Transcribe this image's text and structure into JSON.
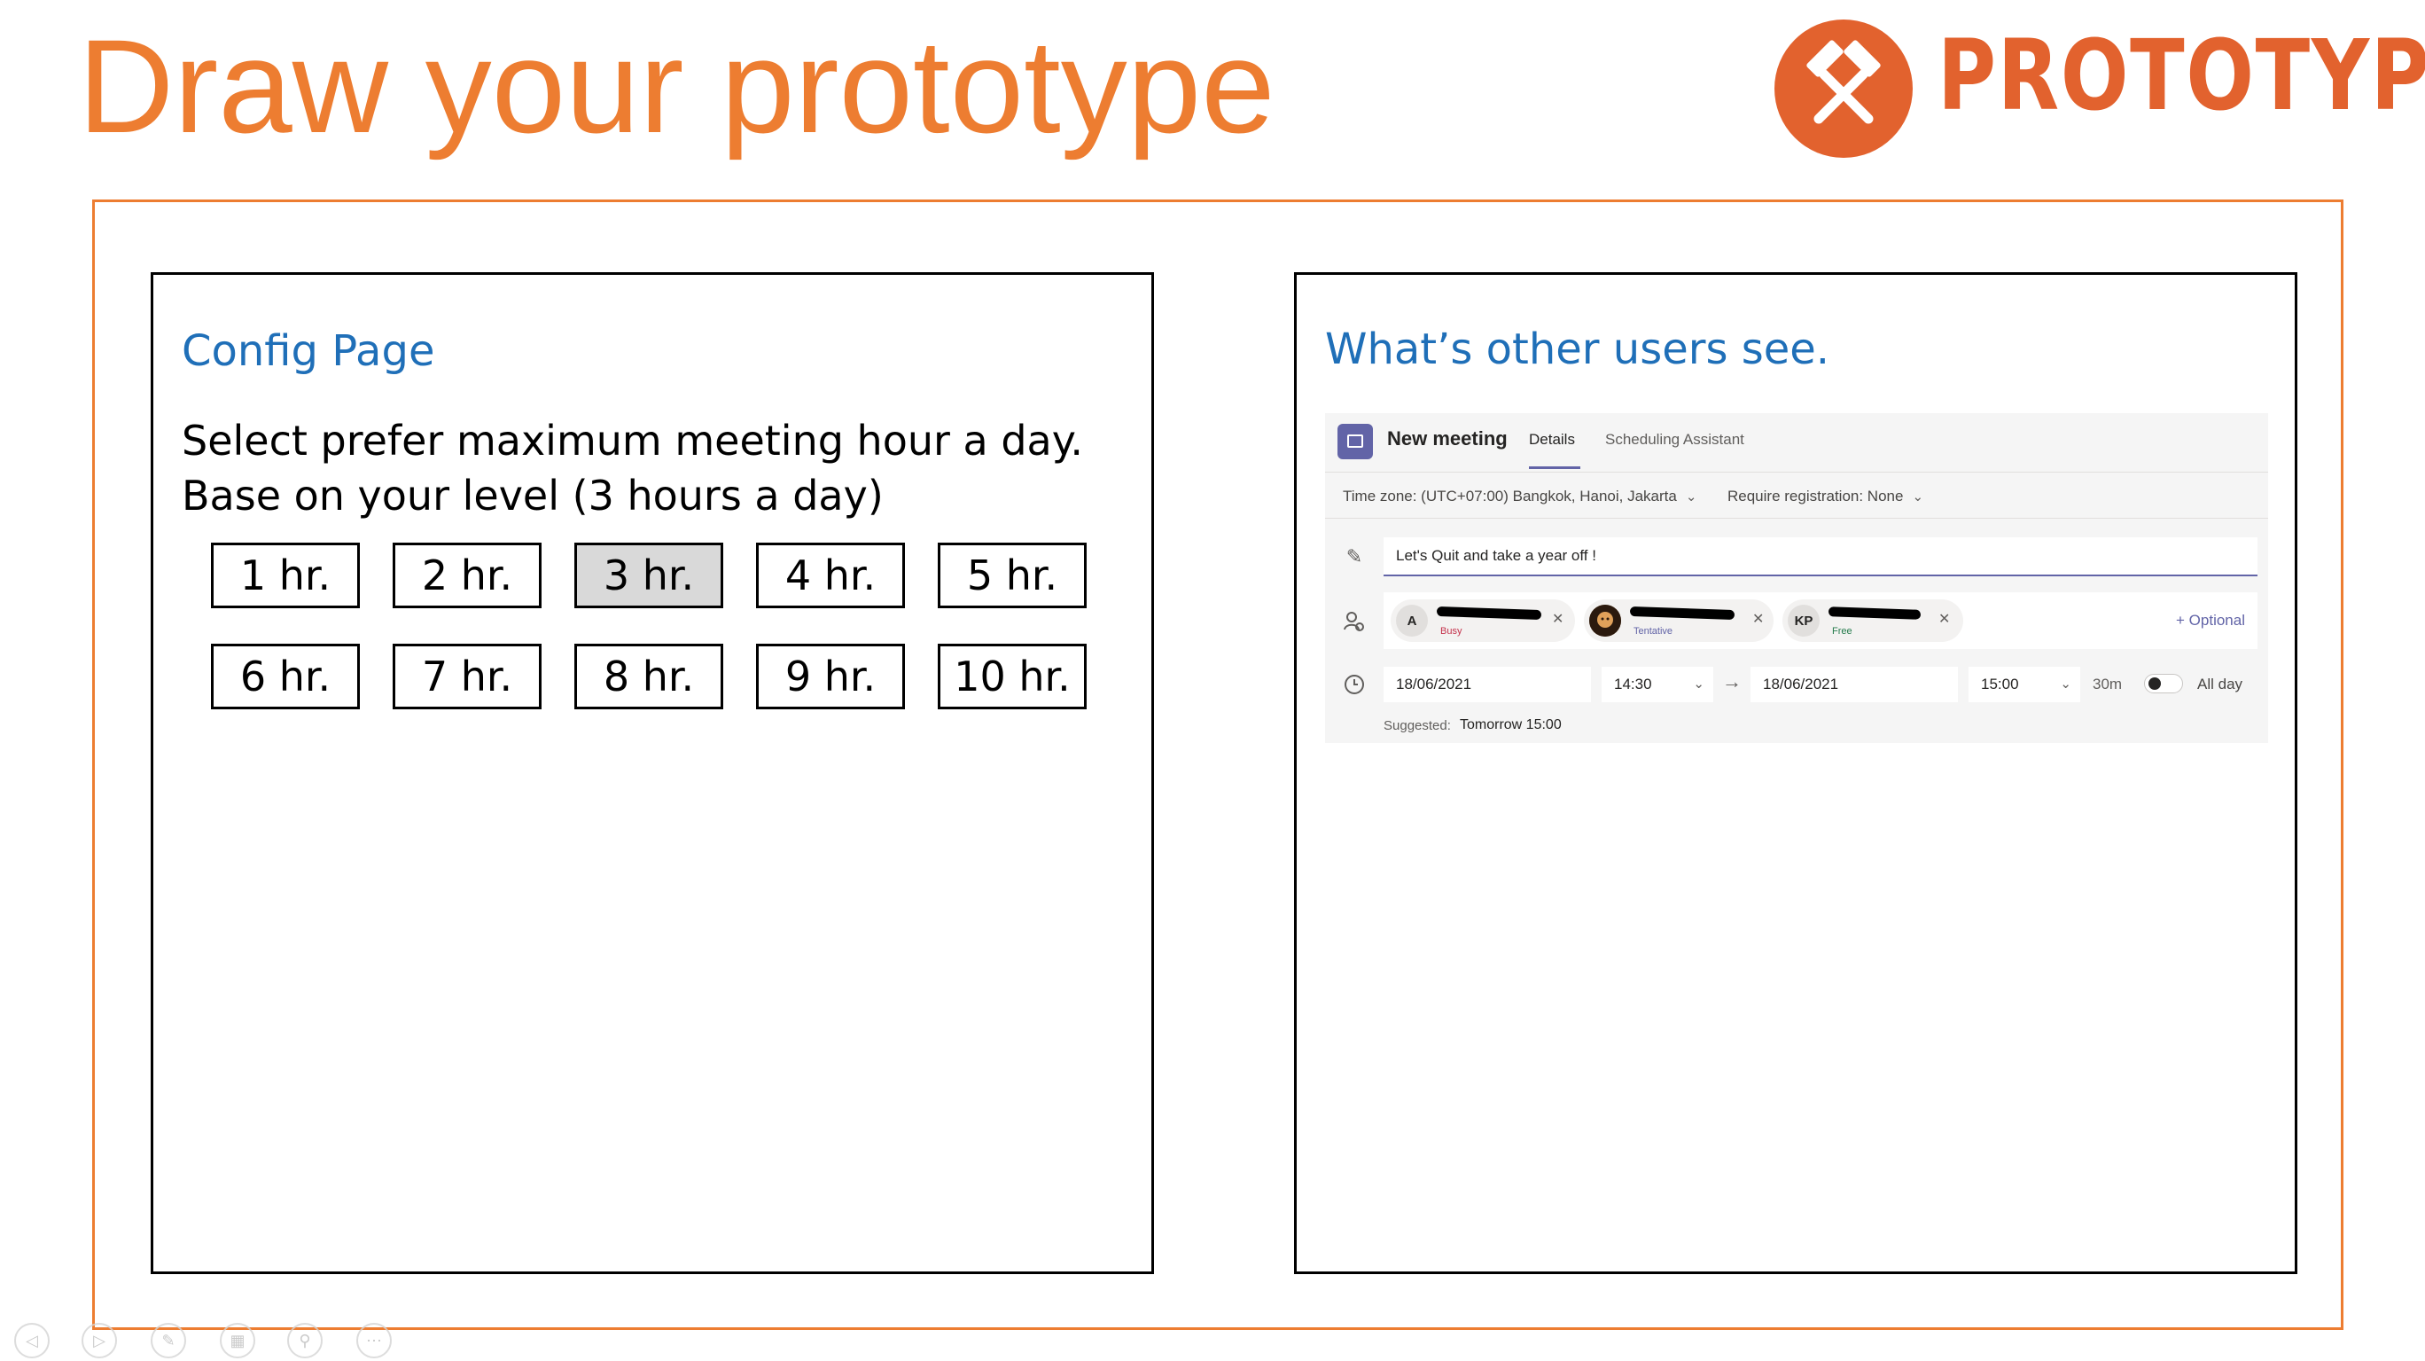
{
  "slide": {
    "title": "Draw your prototype",
    "logo_text": "PROTOTYPE",
    "logo_icon": "hammers-icon",
    "accent_color": "#ED7D31",
    "logo_color": "#E2622E"
  },
  "config": {
    "title": "Config Page",
    "instruction_line1": "Select prefer maximum meeting hour a day.",
    "instruction_line2": "Base on your level (3 hours a day)",
    "options": [
      "1 hr.",
      "2 hr.",
      "3 hr.",
      "4 hr.",
      "5 hr.",
      "6 hr.",
      "7 hr.",
      "8 hr.",
      "9 hr.",
      "10 hr."
    ],
    "selected": "3 hr."
  },
  "preview": {
    "title": "What’s other users see.",
    "meeting": {
      "header": "New meeting",
      "tabs": [
        "Details",
        "Scheduling Assistant"
      ],
      "active_tab": "Details",
      "timezone": "Time zone: (UTC+07:00) Bangkok, Hanoi, Jakarta",
      "registration": "Require registration: None",
      "meeting_title": "Let's Quit and take a year off !",
      "attendees": [
        {
          "initials": "A",
          "status": "Busy",
          "status_color": "#C4314B"
        },
        {
          "initials": "",
          "status": "Tentative",
          "status_color": "#6264A7"
        },
        {
          "initials": "KP",
          "status": "Free",
          "status_color": "#237B4B"
        }
      ],
      "optional_label": "+ Optional",
      "start_date": "18/06/2021",
      "start_time": "14:30",
      "end_date": "18/06/2021",
      "end_time": "15:00",
      "duration": "30m",
      "all_day_label": "All day",
      "suggested_label": "Suggested:",
      "suggested_value": "Tomorrow 15:00"
    }
  },
  "controls": [
    "previous-icon",
    "next-icon",
    "pen-icon",
    "slides-icon",
    "zoom-icon",
    "more-icon"
  ]
}
